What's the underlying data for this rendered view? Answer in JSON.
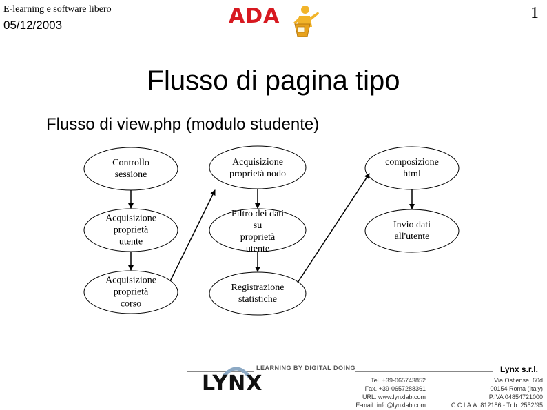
{
  "header": {
    "subtitle": "E-learning e software libero",
    "date": "05/12/2003",
    "page_number": "1",
    "logo_text": "ADA"
  },
  "title": "Flusso di pagina tipo",
  "subtitle": "Flusso di view.php (modulo studente)",
  "flow": {
    "nodes": [
      {
        "id": "controllo-sessione",
        "lines": [
          "Controllo",
          "sessione"
        ]
      },
      {
        "id": "acquisizione-proprieta-utente",
        "lines": [
          "Acquisizione",
          "proprietà",
          "utente"
        ]
      },
      {
        "id": "acquisizione-proprieta-corso",
        "lines": [
          "Acquisizione",
          "proprietà",
          "corso"
        ]
      },
      {
        "id": "acquisizione-proprieta-nodo",
        "lines": [
          "Acquisizione",
          "proprietà nodo"
        ]
      },
      {
        "id": "filtro-dati-utente",
        "lines": [
          "Filtro dei dati",
          "su",
          "proprietà",
          "utente"
        ]
      },
      {
        "id": "registrazione-statistiche",
        "lines": [
          "Registrazione",
          "statistiche"
        ]
      },
      {
        "id": "composizione-html",
        "lines": [
          "composizione",
          "html"
        ]
      },
      {
        "id": "invio-dati-utente",
        "lines": [
          "Invio dati",
          "all'utente"
        ]
      }
    ]
  },
  "footer": {
    "tagline": "LEARNING BY DIGITAL DOING",
    "logo_text": "LYNX",
    "company": "Lynx s.r.l.",
    "contact_lines": [
      "Tel. +39-065743852",
      "Fax. +39-0657288361",
      "URL: www.lynxlab.com",
      "E-mail: info@lynxlab.com"
    ],
    "address_lines": [
      "Via Ostiense, 60d",
      "00154 Roma (Italy)",
      "P.IVA 04854721000",
      "C.C.I.A.A. 812186 - Trib. 2552/95"
    ]
  }
}
